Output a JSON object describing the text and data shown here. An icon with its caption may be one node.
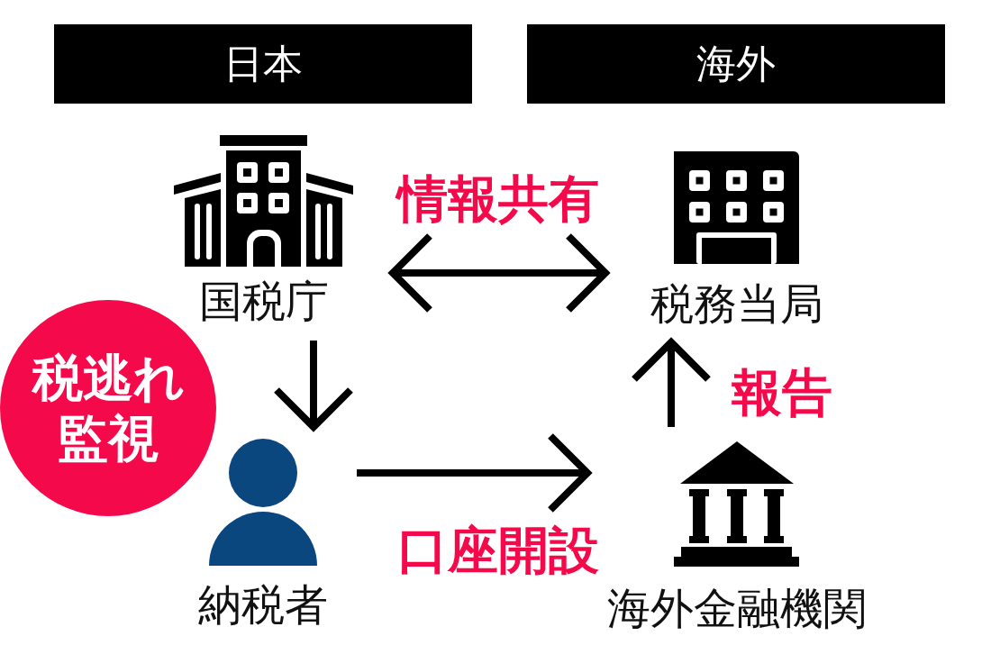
{
  "diagram": {
    "nodes": [
      {
        "text": [
          "日本"
        ]
      },
      {
        "text": [
          "海外"
        ]
      },
      {
        "text": [
          "国税庁"
        ]
      },
      {
        "text": [
          "税務当局"
        ]
      },
      {
        "text": [
          "税逃れ監視"
        ]
      },
      {
        "text": [
          "納税者"
        ]
      },
      {
        "text": [
          "海外金融機関"
        ]
      }
    ],
    "edges": [
      {
        "from": 2,
        "to": 3,
        "arrow": "both",
        "label": "情報共有"
      },
      {
        "from": 2,
        "to": 5,
        "arrow": "to"
      },
      {
        "from": 5,
        "to": 6,
        "arrow": "to",
        "label": "口座開設"
      },
      {
        "from": 6,
        "to": 3,
        "arrow": "to",
        "label": "報告"
      }
    ]
  }
}
